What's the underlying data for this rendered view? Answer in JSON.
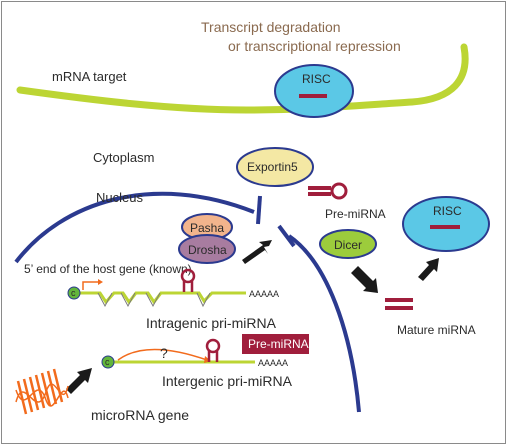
{
  "top_note": {
    "line1": "Transcript degradation",
    "line2": "or transcriptional repression"
  },
  "labels": {
    "mrna_target": "mRNA target",
    "cytoplasm": "Cytoplasm",
    "nucleus": "Nucleus",
    "host_gene": "5’ end of the host gene (known)",
    "intragenic": "Intragenic pri-miRNA",
    "intergenic": "Intergenic pri-miRNA",
    "microrna_gene": "microRNA gene",
    "pre_mirna": "Pre-miRNA",
    "mature_mirna": "Mature miRNA",
    "question": "?",
    "cap": "c",
    "polyA_1": "AAAAA",
    "polyA_2": "AAAAA"
  },
  "proteins": {
    "risc_top": "RISC",
    "exportin": "Exportin5",
    "pasha": "Pasha",
    "drosha": "Drosha",
    "dicer": "Dicer",
    "risc_right": "RISC"
  },
  "badge": {
    "pre_mirna": "Pre-miRNA"
  },
  "colors": {
    "membrane": "#2b3a8f",
    "rna": "#bcd534",
    "risc": "#5bc8e6",
    "exportin": "#f4e8a4",
    "pasha": "#f2b48c",
    "drosha": "#a87ca0",
    "dicer": "#9ccc3c",
    "mirna": "#a01e3c",
    "gene": "#f26b1d",
    "arrow": "#1a1a1a"
  }
}
